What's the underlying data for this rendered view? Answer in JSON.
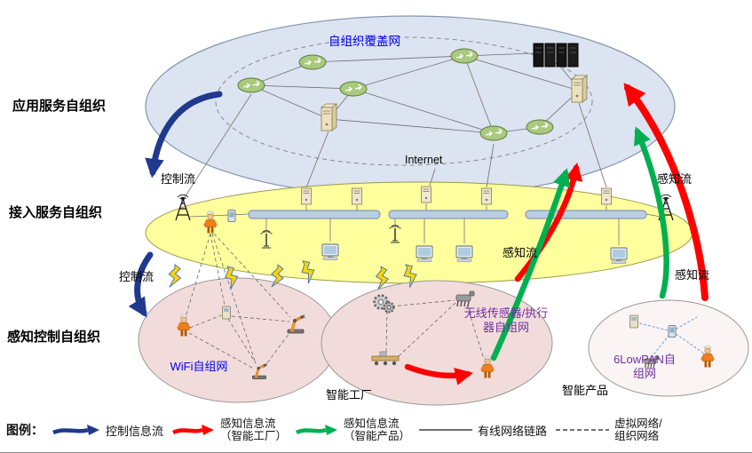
{
  "layer_labels": {
    "application": "应用服务自组织",
    "access": "接入服务自组织",
    "sensing": "感知控制自组织"
  },
  "overlay": {
    "label": "自组织覆盖网",
    "internet": "Internet"
  },
  "flows": {
    "control_top": "控制流",
    "control_bottom": "控制流",
    "sense_mid": "感知流",
    "sense_right_top": "感知流",
    "sense_right_bottom": "感知流"
  },
  "subnets": {
    "wifi": "WiFi自组网",
    "factory": "智能工厂",
    "wsn_line1": "无线传感器/执行",
    "wsn_line2": "器自组网",
    "lowpan_line1": "6LowPAN自",
    "lowpan_line2": "组网",
    "product": "智能产品"
  },
  "legend": {
    "title": "图例：",
    "control_label": "控制信息流",
    "sense_factory_line1": "感知信息流",
    "sense_factory_line2": "（智能工厂）",
    "sense_product_line1": "感知信息流",
    "sense_product_line2": "（智能产品）",
    "wired_label": "有线网络链路",
    "virtual_line1": "虚拟网络/",
    "virtual_line2": "组织网络"
  },
  "colors": {
    "control_flow": "#1F3A8C",
    "sense_factory_flow": "#FF0000",
    "sense_product_flow": "#00B050",
    "overlay_fill": "#DCE3F1",
    "access_fill": "#FFFF9E",
    "sensing_fill": "#F2DCDB",
    "product_fill": "#FBF4F4",
    "bus_fill": "#B9CDE5",
    "blue_text": "#0000EE",
    "purple_text": "#7030A0",
    "wired_link": "#404040"
  },
  "icons": [
    "router-icon",
    "server-icon",
    "server-rack-icon",
    "desktop-pc-icon",
    "bus-segment",
    "antenna-tower-icon",
    "wifi-antenna-icon",
    "worker-icon",
    "handheld-icon",
    "gears-icon",
    "robot-arm-icon",
    "robot-icon",
    "conveyor-icon",
    "device-icon",
    "lightning-link-icon"
  ]
}
